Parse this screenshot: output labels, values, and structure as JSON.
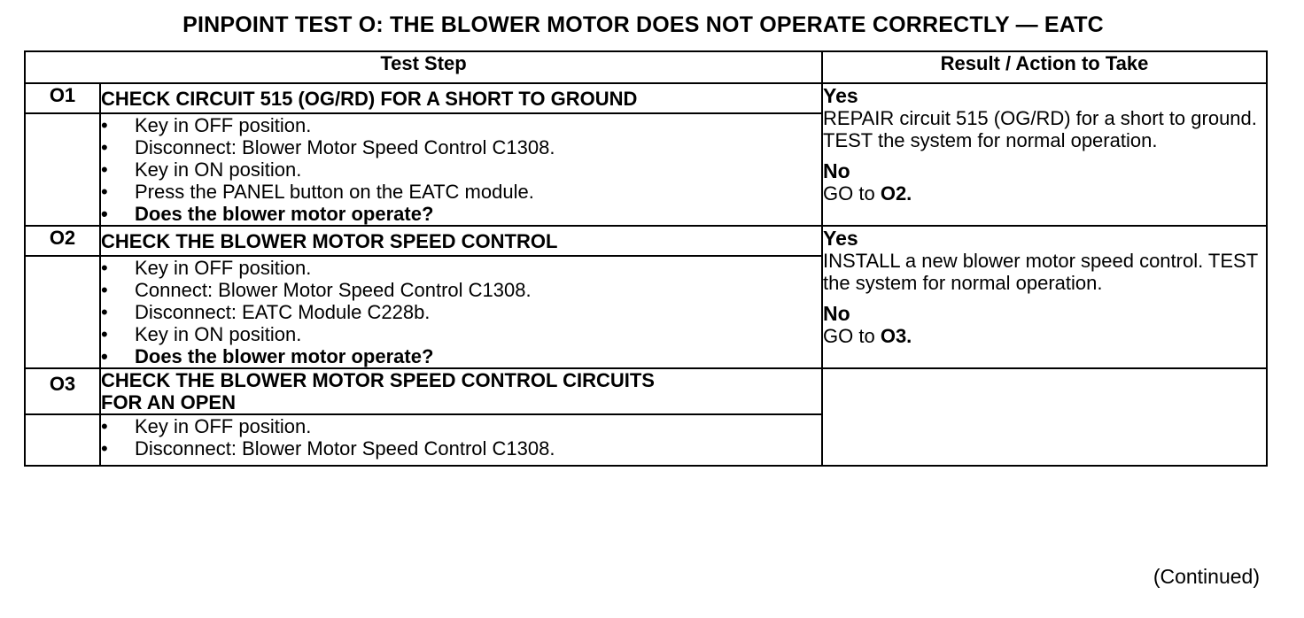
{
  "title": "PINPOINT TEST O: THE BLOWER MOTOR DOES NOT OPERATE CORRECTLY — EATC",
  "headers": {
    "test_step": "Test Step",
    "result": "Result / Action to Take"
  },
  "steps": [
    {
      "id": "O1",
      "title": "CHECK CIRCUIT 515 (OG/RD) FOR A SHORT TO GROUND",
      "bullets": [
        "Key in OFF position.",
        "Disconnect: Blower Motor Speed Control C1308.",
        "Key in ON position.",
        "Press the PANEL button on the EATC module."
      ],
      "question": "Does the blower motor operate?",
      "yes_label": "Yes",
      "yes_text": "REPAIR circuit 515 (OG/RD) for a short to ground. TEST the system for normal operation.",
      "no_label": "No",
      "no_text": "GO to",
      "no_ref": "O2."
    },
    {
      "id": "O2",
      "title": "CHECK THE BLOWER MOTOR SPEED CONTROL",
      "bullets": [
        "Key in OFF position.",
        "Connect: Blower Motor Speed Control C1308.",
        "Disconnect: EATC Module C228b.",
        "Key in ON position."
      ],
      "question": "Does the blower motor operate?",
      "yes_label": "Yes",
      "yes_text": "INSTALL a new blower motor speed control. TEST the system for normal operation.",
      "no_label": "No",
      "no_text": "GO to",
      "no_ref": "O3."
    },
    {
      "id": "O3",
      "title_line1": "CHECK THE BLOWER MOTOR SPEED CONTROL CIRCUITS",
      "title_line2": "FOR AN OPEN",
      "bullets": [
        "Key in OFF position.",
        "Disconnect: Blower Motor Speed Control C1308."
      ]
    }
  ],
  "continued": "(Continued)"
}
